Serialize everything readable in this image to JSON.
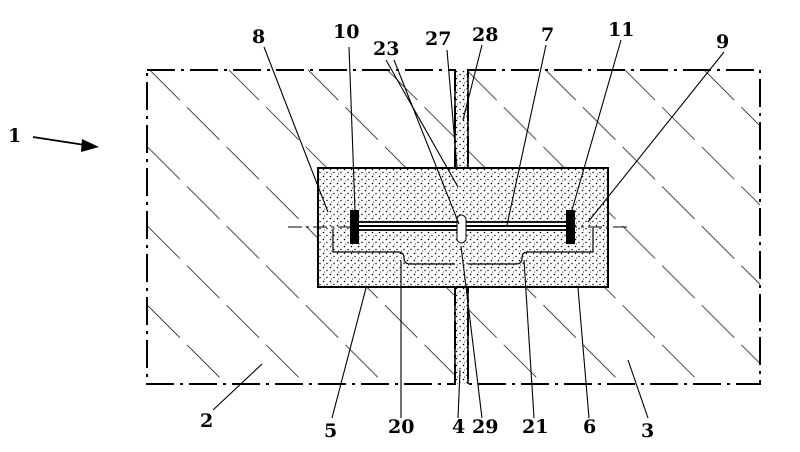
{
  "labels": {
    "l1": "1",
    "l2": "2",
    "l3": "3",
    "l4": "4",
    "l5": "5",
    "l6": "6",
    "l7": "7",
    "l8": "8",
    "l9": "9",
    "l10": "10",
    "l11": "11",
    "l20": "20",
    "l21": "21",
    "l23": "23",
    "l27": "27",
    "l28": "28",
    "l29": "29"
  },
  "colors": {
    "ink": "#000000",
    "paper": "#ffffff"
  }
}
